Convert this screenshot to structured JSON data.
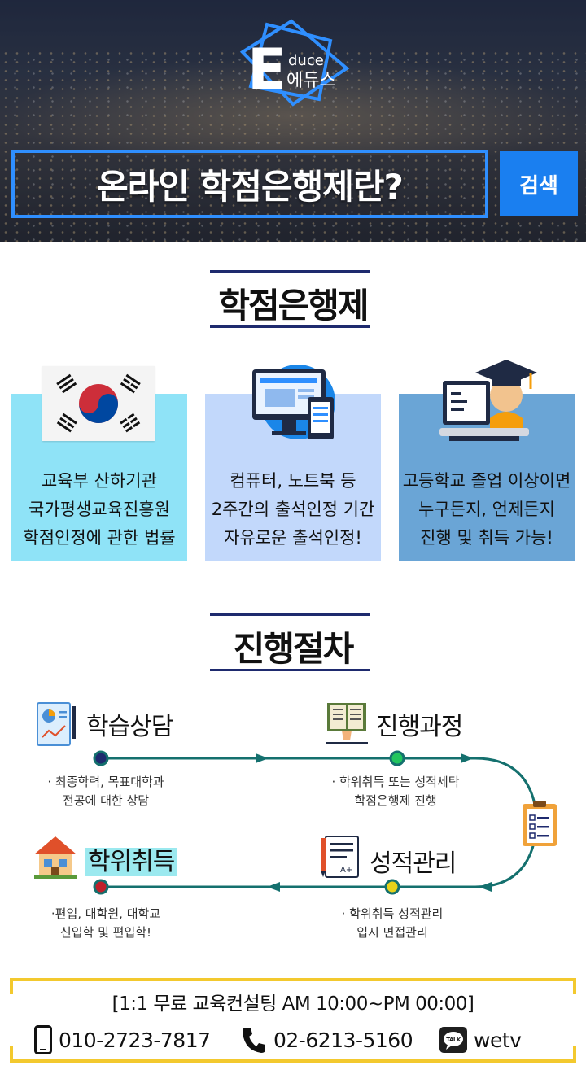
{
  "header": {
    "logo_letter": "E",
    "logo_sub": "duce",
    "logo_name": "에듀스",
    "title": "온라인 학점은행제란?",
    "search_label": "검색"
  },
  "about": {
    "heading": "학점은행제",
    "cards": [
      {
        "icon": "korea-flag-icon",
        "lines": [
          "교육부 산하기관",
          "국가평생교육진흥원",
          "학점인정에 관한 법률"
        ]
      },
      {
        "icon": "computer-icon",
        "lines": [
          "컴퓨터, 노트북 등",
          "2주간의 출석인정 기간",
          "자유로운 출석인정!"
        ]
      },
      {
        "icon": "graduate-icon",
        "lines": [
          "고등학교 졸업 이상이면",
          "누구든지, 언제든지",
          "진행 및 취득 가능!"
        ]
      }
    ]
  },
  "process": {
    "heading": "진행절차",
    "steps": [
      {
        "title": "학습상담",
        "icon": "report-icon",
        "lines": [
          "· 최종학력, 목표대학과",
          "전공에 대한 상담"
        ]
      },
      {
        "title": "진행과정",
        "icon": "book-icon",
        "lines": [
          "· 학위취득 또는 성적세탁",
          "학점은행제 진행"
        ]
      },
      {
        "title": "성적관리",
        "icon": "grade-sheet-icon",
        "lines": [
          "· 학위취득 성적관리",
          "입시 면접관리"
        ]
      },
      {
        "title": "학위취득",
        "icon": "house-icon",
        "lines": [
          "·편입, 대학원, 대학교",
          "신입학 및 편입학!"
        ]
      }
    ],
    "checklist_icon": "checklist-icon",
    "colors": {
      "line": "#14706e",
      "dot_blue": "#1e2a6e",
      "dot_green": "#22c55e",
      "dot_yellow": "#e8d21a",
      "dot_red": "#c0202a"
    }
  },
  "footer": {
    "consult": "[1:1 무료 교육컨설팅 AM 10:00~PM 00:00]",
    "mobile": "010-2723-7817",
    "phone": "02-6213-5160",
    "kakao_id": "wetv",
    "kakao_badge": "TALK",
    "border_color": "#f3c92e"
  }
}
